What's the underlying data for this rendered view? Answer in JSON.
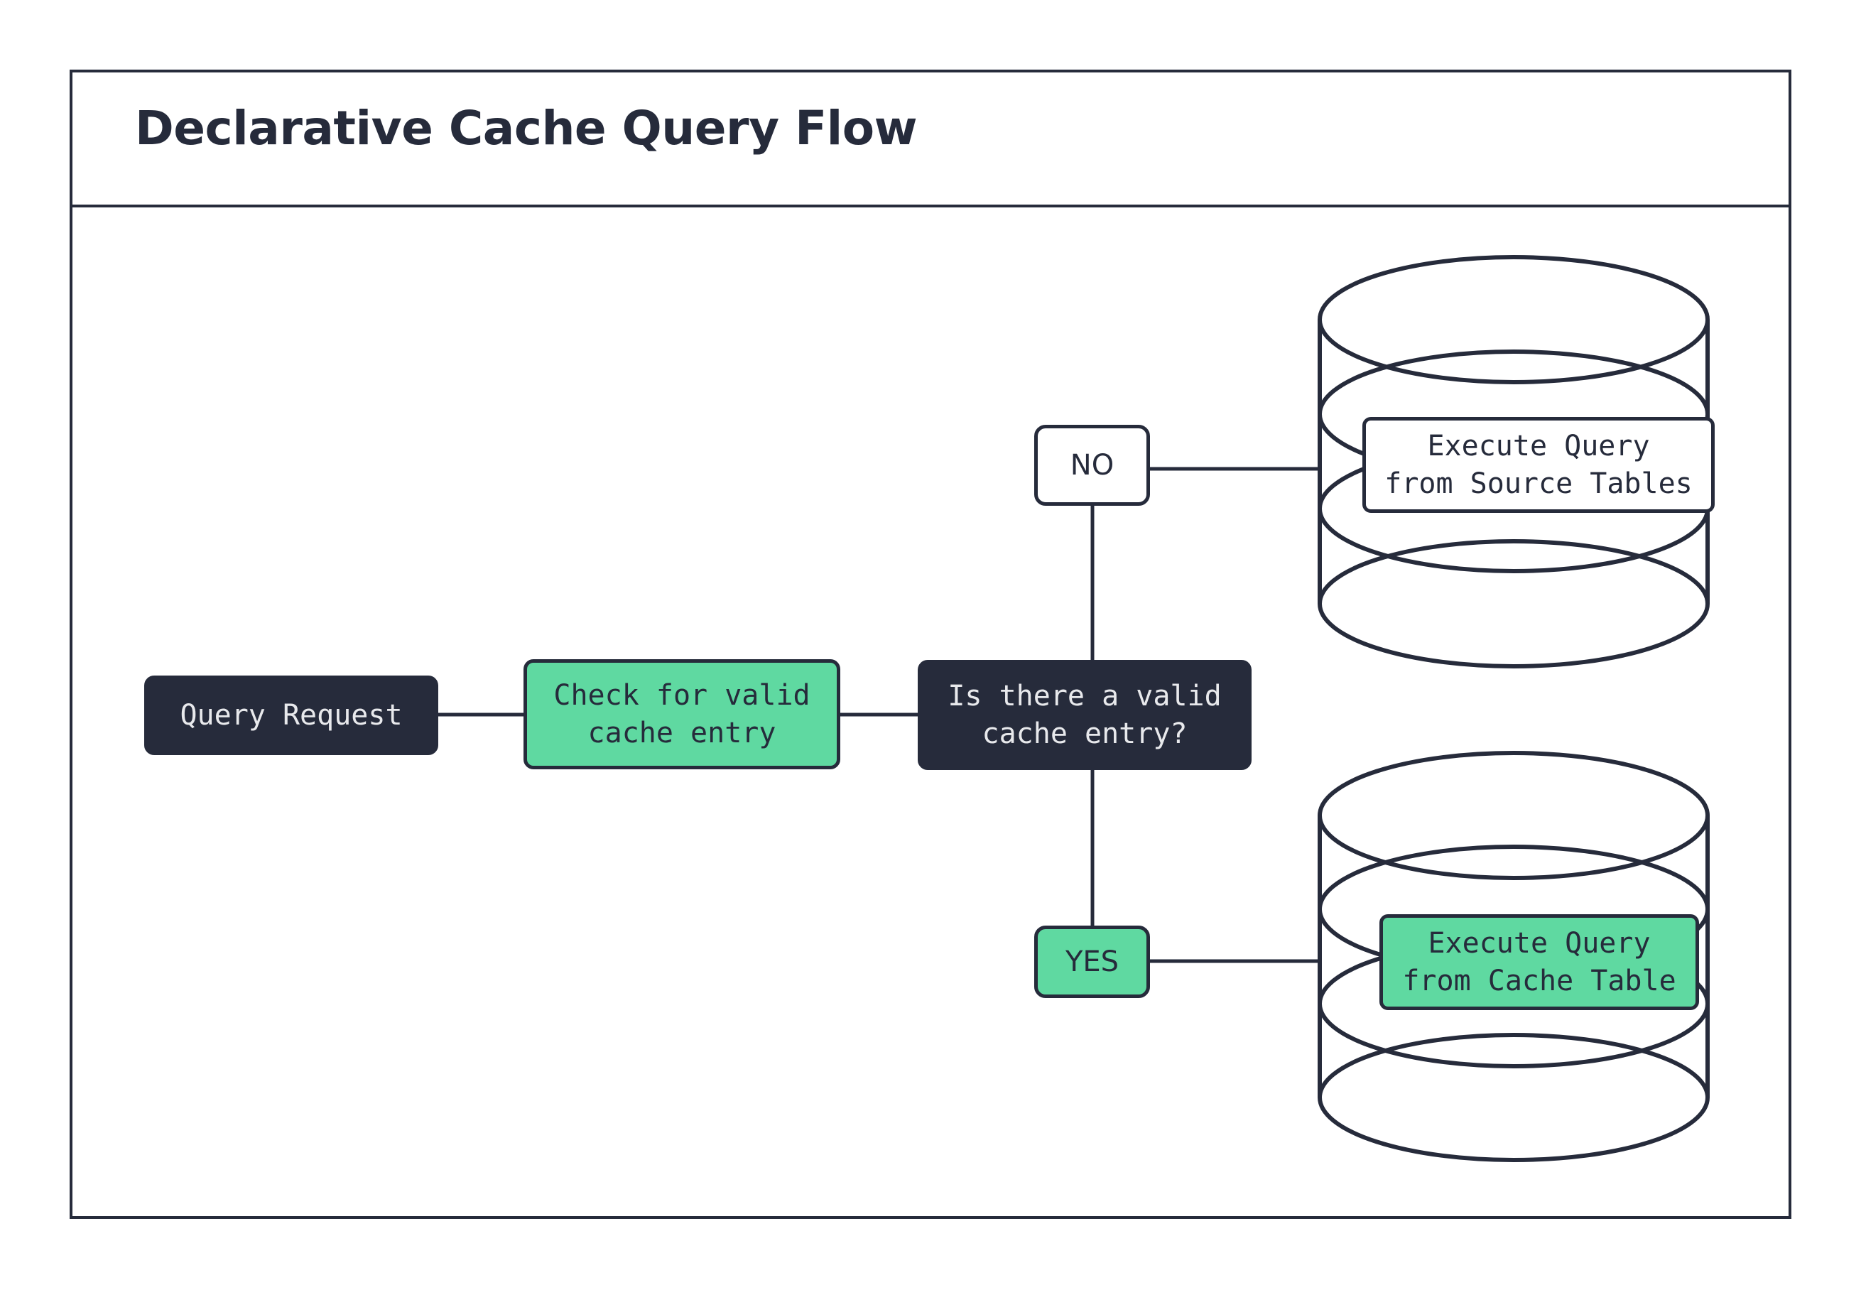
{
  "diagram": {
    "title": "Declarative Cache Query Flow",
    "type": "flowchart",
    "colors": {
      "dark": "#262b3b",
      "green": "#5fd9a1",
      "white": "#ffffff",
      "stroke": "#262b3b"
    },
    "nodes": {
      "query_request": {
        "label": "Query Request",
        "style": "dark"
      },
      "check_cache": {
        "label": "Check for valid\ncache entry",
        "style": "green"
      },
      "decision": {
        "label": "Is there a valid\ncache entry?",
        "style": "dark"
      },
      "branch_no": {
        "label": "NO",
        "style": "white"
      },
      "branch_yes": {
        "label": "YES",
        "style": "green"
      },
      "source_db": {
        "label": "Execute Query\nfrom Source Tables",
        "style": "white",
        "shape": "cylinder"
      },
      "cache_db": {
        "label": "Execute Query\nfrom Cache Table",
        "style": "green",
        "shape": "cylinder"
      }
    },
    "edges": [
      {
        "from": "query_request",
        "to": "check_cache",
        "label": ""
      },
      {
        "from": "check_cache",
        "to": "decision",
        "label": ""
      },
      {
        "from": "decision",
        "to": "branch_no",
        "label": "NO"
      },
      {
        "from": "branch_no",
        "to": "source_db",
        "label": ""
      },
      {
        "from": "decision",
        "to": "branch_yes",
        "label": "YES"
      },
      {
        "from": "branch_yes",
        "to": "cache_db",
        "label": ""
      }
    ]
  }
}
